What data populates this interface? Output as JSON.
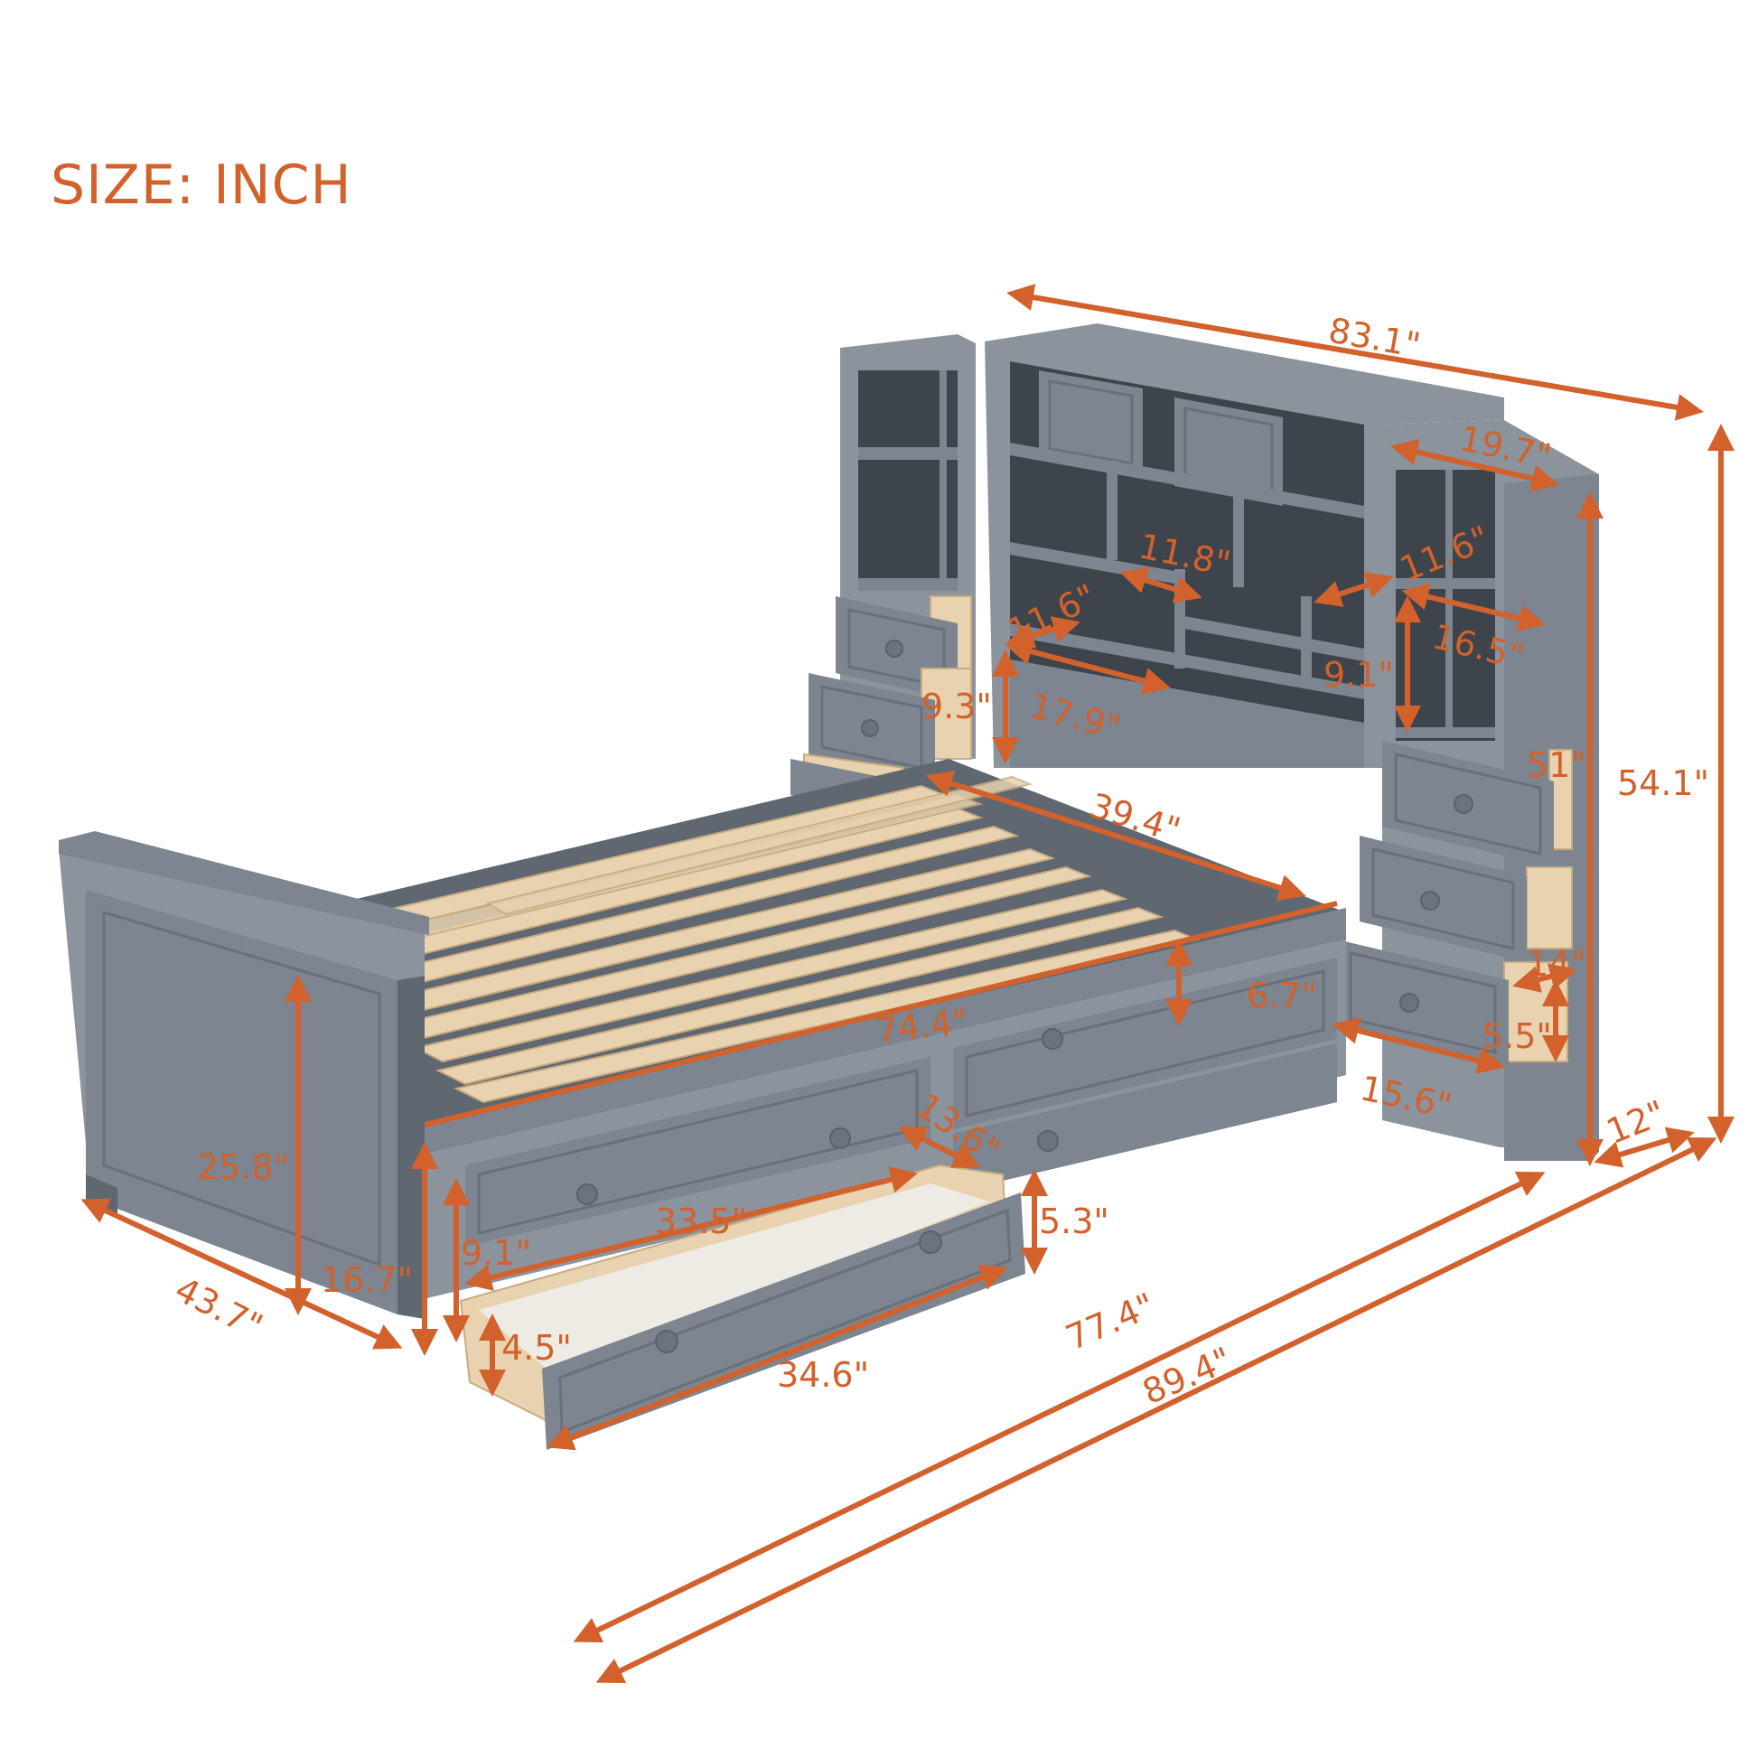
{
  "title": "SIZE: INCH",
  "colors": {
    "accent": "#d2612c",
    "furniture_gray": "#7c8590",
    "wood": "#e8d2b0",
    "background": "#ffffff"
  },
  "product": {
    "description": "Gray wooden bed with storage headboard bookcase towers, side drawers, under-bed drawers and wooden slats"
  },
  "dimensions": {
    "overall_headboard_width": "83.1\"",
    "tower_depth_top": "19.7\"",
    "tower_height": "54.1\"",
    "tower_inner_height": "51\"",
    "tower_base_depth": "12\"",
    "center_shelf_width": "11.8\"",
    "center_shelf_depth": "11.6\"",
    "center_lower_shelf_width": "17.9\"",
    "center_lower_shelf_height": "9.3\"",
    "right_shelf_depth": "11.6\"",
    "right_shelf_width": "16.5\"",
    "right_shelf_height": "9.1\"",
    "bed_inner_width": "39.4\"",
    "bed_inner_length": "74.4\"",
    "side_drawer_height": "6.7\"",
    "side_drawer_depth": "14\"",
    "side_drawer_inner_height": "5.5\"",
    "side_drawer_width": "15.6\"",
    "footboard_height": "25.8\"",
    "bed_width": "43.7\"",
    "rail_height": "16.7\"",
    "under_drawer_height": "9.1\"",
    "under_drawer_inner_length": "33.5\"",
    "under_drawer_depth": "13.6\"",
    "under_drawer_front_height": "5.3\"",
    "under_drawer_inner_height": "4.5\"",
    "under_drawer_length": "34.6\"",
    "bed_length": "77.4\"",
    "overall_length": "89.4\""
  }
}
